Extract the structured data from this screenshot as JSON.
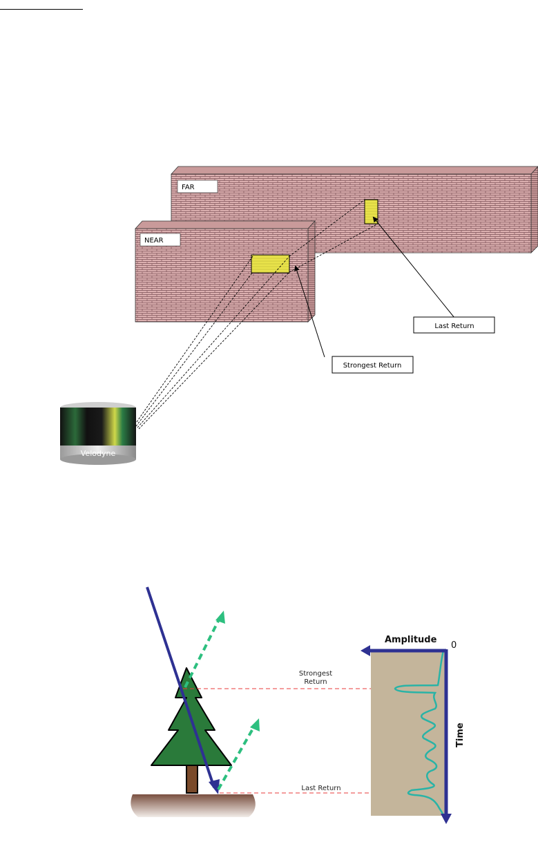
{
  "top_diagram": {
    "far_label": "FAR",
    "near_label": "NEAR",
    "last_return_label": "Last Return",
    "strongest_return_label": "Strongest Return",
    "sensor_brand": "Velodyne",
    "colors": {
      "wall": "#d9aaaa",
      "brick_line": "#7a5050",
      "target": "#e6e040"
    }
  },
  "bottom_diagram": {
    "amplitude_label": "Amplitude",
    "zero_label": "0",
    "time_label": "Time",
    "strongest_return_label_line1": "Strongest",
    "strongest_return_label_line2": "Return",
    "last_return_label": "Last Return",
    "colors": {
      "axis": "#2e3192",
      "panel": "#c4b59b",
      "waveform": "#2ab3a6",
      "tree": "#2a7a3a",
      "trunk": "#7a4a2a",
      "ground": "#8a6050",
      "reflection": "#2dbf7f",
      "guide": "#e83a3a"
    }
  }
}
